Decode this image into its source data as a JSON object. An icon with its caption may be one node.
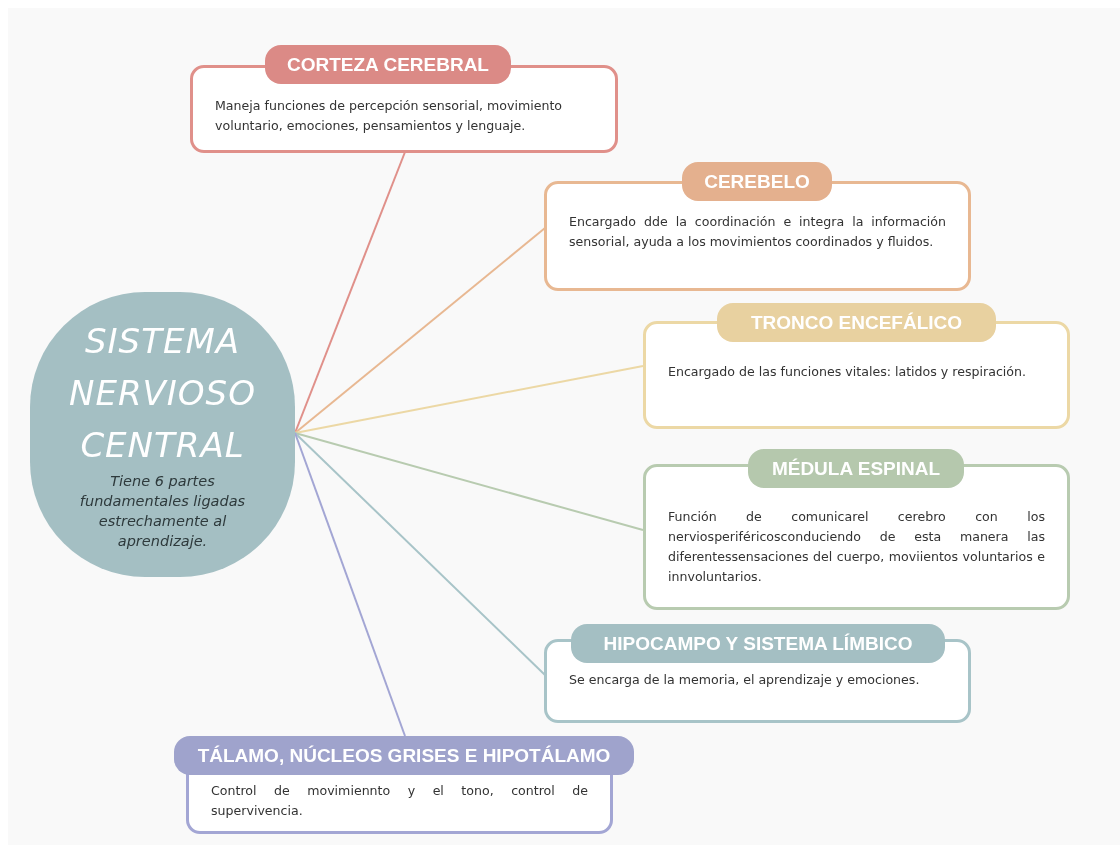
{
  "diagram": {
    "nodes": [
      {
        "text": [
          "SISTEMA NERVIOSO CENTRAL",
          "Tiene 6 partes fundamentales ligadas estrechamente al aprendizaje."
        ]
      },
      {
        "text": [
          "CORTEZA CEREBRAL",
          "Maneja funciones de percepción sensorial, movimiento voluntario, emociones, pensamientos y lenguaje."
        ]
      },
      {
        "text": [
          "CEREBELO",
          "Encargado dde la coordinación e integra la información sensorial, ayuda a los movimientos coordinados y fluidos."
        ]
      },
      {
        "text": [
          "TRONCO ENCEFÁLICO",
          "Encargado de las funciones vitales: latidos y respiración."
        ]
      },
      {
        "text": [
          "MÉDULA ESPINAL",
          "Función de comunicarel cerebro con los nerviosperiféricosconduciendo de esta manera las diferentessensaciones del cuerpo, moviientos voluntarios e innvoluntarios."
        ]
      },
      {
        "text": [
          "HIPOCAMPO Y SISTEMA LÍMBICO",
          "Se encarga de la memoria, el aprendizaje y emociones."
        ]
      },
      {
        "text": [
          "TÁLAMO, NÚCLEOS GRISES E HIPOTÁLAMO",
          "Control de movimiennto y el tono, control de supervivencia."
        ]
      }
    ],
    "edges": [
      {
        "from": 0,
        "to": 1,
        "arrow": "none",
        "color": "#e0908a"
      },
      {
        "from": 0,
        "to": 2,
        "arrow": "none",
        "color": "#e8b892"
      },
      {
        "from": 0,
        "to": 3,
        "arrow": "none",
        "color": "#ecd8a5"
      },
      {
        "from": 0,
        "to": 4,
        "arrow": "none",
        "color": "#b8cbb0"
      },
      {
        "from": 0,
        "to": 5,
        "arrow": "none",
        "color": "#a8c4c8"
      },
      {
        "from": 0,
        "to": 6,
        "arrow": "none",
        "color": "#a3a6d4"
      }
    ]
  }
}
